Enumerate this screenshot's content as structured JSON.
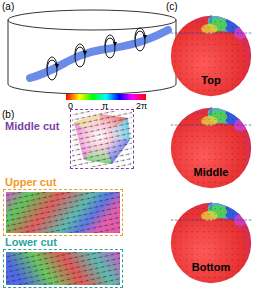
{
  "diagram": {
    "nodes": [
      {
        "text": [
          "Middle cut"
        ]
      },
      {
        "text": [
          "Upper cut"
        ]
      },
      {
        "text": [
          "Lower cut"
        ]
      },
      {
        "text": [
          "Top"
        ]
      },
      {
        "text": [
          "Middle"
        ]
      },
      {
        "text": [
          "Bottom"
        ]
      }
    ],
    "labels": [
      "(a)",
      "(b)",
      "(c)",
      "0",
      "π",
      "2π"
    ]
  }
}
